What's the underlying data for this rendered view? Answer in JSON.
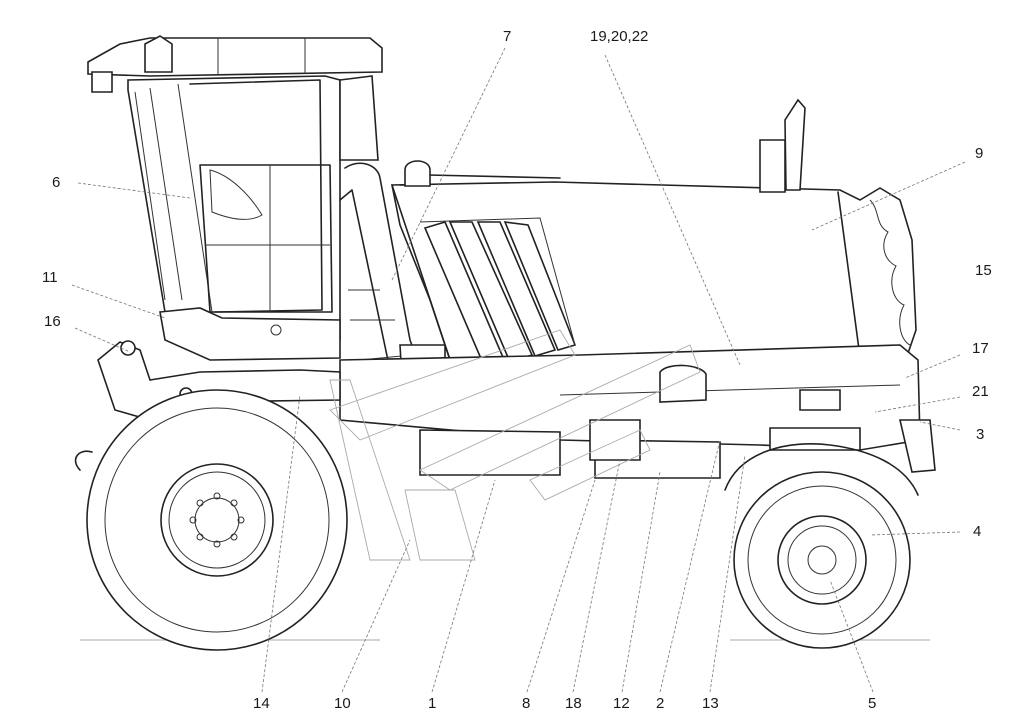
{
  "callouts": [
    {
      "id": "c7",
      "text": "7"
    },
    {
      "id": "c19",
      "text": "19,20,22"
    },
    {
      "id": "c9",
      "text": "9"
    },
    {
      "id": "c6",
      "text": "6"
    },
    {
      "id": "c15",
      "text": "15"
    },
    {
      "id": "c11",
      "text": "11"
    },
    {
      "id": "c16",
      "text": "16"
    },
    {
      "id": "c17",
      "text": "17"
    },
    {
      "id": "c21",
      "text": "21"
    },
    {
      "id": "c3",
      "text": "3"
    },
    {
      "id": "c4",
      "text": "4"
    },
    {
      "id": "c14",
      "text": "14"
    },
    {
      "id": "c10",
      "text": "10"
    },
    {
      "id": "c1",
      "text": "1"
    },
    {
      "id": "c8",
      "text": "8"
    },
    {
      "id": "c18",
      "text": "18"
    },
    {
      "id": "c12",
      "text": "12"
    },
    {
      "id": "c2",
      "text": "2"
    },
    {
      "id": "c13",
      "text": "13"
    },
    {
      "id": "c5",
      "text": "5"
    }
  ]
}
